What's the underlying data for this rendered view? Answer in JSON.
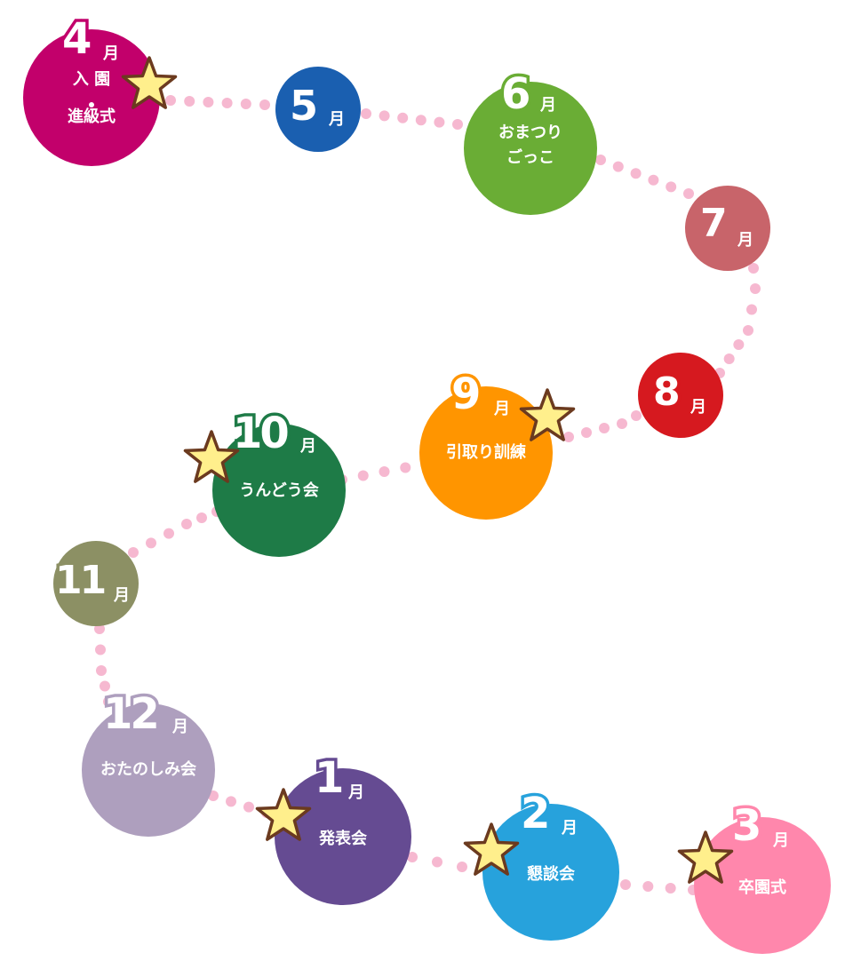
{
  "suffix": "月",
  "colors": {
    "path_dots": "#f6b8d0",
    "star_fill": "#ffef8c",
    "star_stroke": "#6b3a1f"
  },
  "months": [
    {
      "id": "apr",
      "number": "4",
      "events": [
        "入 園",
        "進級式"
      ],
      "color": "#c2006b",
      "star": true
    },
    {
      "id": "may",
      "number": "5",
      "events": [],
      "color": "#1a5fb0",
      "star": false
    },
    {
      "id": "jun",
      "number": "6",
      "events": [
        "おまつり",
        "ごっこ"
      ],
      "color": "#6aad35",
      "star": false
    },
    {
      "id": "jul",
      "number": "7",
      "events": [],
      "color": "#c8646a",
      "star": false
    },
    {
      "id": "aug",
      "number": "8",
      "events": [],
      "color": "#d6191f",
      "star": false
    },
    {
      "id": "sep",
      "number": "9",
      "events": [
        "引取り訓練"
      ],
      "color": "#ff9500",
      "star": true
    },
    {
      "id": "oct",
      "number": "10",
      "events": [
        "うんどう会"
      ],
      "color": "#1e7b47",
      "star": true
    },
    {
      "id": "nov",
      "number": "11",
      "events": [],
      "color": "#8c9064",
      "star": false
    },
    {
      "id": "dec",
      "number": "12",
      "events": [
        "おたのしみ会"
      ],
      "color": "#ae9fbe",
      "star": false
    },
    {
      "id": "jan",
      "number": "1",
      "events": [
        "発表会"
      ],
      "color": "#654b92",
      "star": true
    },
    {
      "id": "feb",
      "number": "2",
      "events": [
        "懇談会"
      ],
      "color": "#27a2dc",
      "star": true
    },
    {
      "id": "mar",
      "number": "3",
      "events": [
        "卒園式"
      ],
      "color": "#ff87ac",
      "star": true
    }
  ]
}
